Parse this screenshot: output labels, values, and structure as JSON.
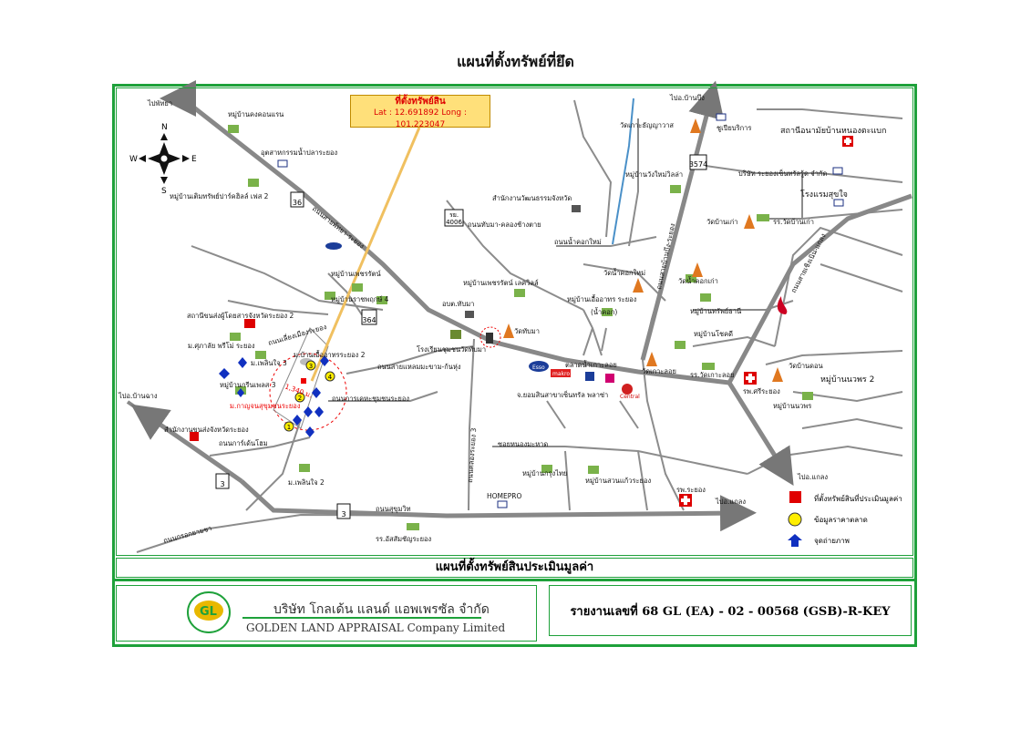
{
  "title": "แผนที่ตั้งทรัพย์ที่ยึด",
  "callout": {
    "heading": "ที่ตั้งทรัพย์สิน",
    "coords": "Lat : 12.691892  Long : 101.223047"
  },
  "compass": {
    "n": "N",
    "s": "S",
    "e": "E",
    "w": "W"
  },
  "routes": {
    "r36": "36",
    "r364": "364",
    "r3574": "3574",
    "r3a": "3",
    "r3b": "3",
    "r4006a": "รย.",
    "r4006b": "4006"
  },
  "labels": {
    "to_pattaya": "ไปพัทยา",
    "to_banbueng": "ไปอ.บ้านบึง",
    "to_banchang": "ไปอ.บ้านฉาง",
    "to_klaeng": "ไปอ.แกลง",
    "to_klaeng2": "ไปอ.แกลง",
    "v_kongkhon": "หมู่บ้านคงคอนแรน",
    "fish_industry": "อุตสาหกรรมน้ำปลาระยอง",
    "v_sermsap": "หมู่บ้านเติมทรัพย์ปาร์คฮิลล์ เฟส 2",
    "rd_sukhumvit_rayong": "ถนนสายพัทยา-ระยอง",
    "v_phetrat": "หมู่บ้านเพชรรัตน์",
    "v_ratchaphruek": "หมู่บ้านราชพฤกษ์ 4",
    "transport_office": "สถานีขนส่งผู้โดยสารจังหวัดระยอง 2",
    "rd_bypass": "ถนนเลี่ยงเมืองระยอง",
    "rd_saenmaha": "ถนนสายแหลมมะขาม-ก้นหุ่ง",
    "mahasarakham": "ม.ศุภาลัย พรีโม่ ระยอง",
    "m_phloen3": "ม.เพลินใจ 3",
    "m_muang": "ม.บ้านเอื้ออาทรระยอง 2",
    "v_phloen3": "หมู่บ้านกรีนเพลส 3",
    "distance": "1,340 ม.",
    "m_kanoksiri": "ม.กาญจนสุขุมชนระยอง",
    "rd_khao": "ถนนการเคหะชุมชนระยอง",
    "to_kaeng": "ไปอ.บ้านฉาง",
    "transport_rayong": "สำนักงานขนส่งจังหวัดระยอง",
    "rd_nuankrasin": "ถนนการ์เด้นโฮม",
    "m_phloen2": "ม.เพลินใจ 2",
    "rd_sukhumvit": "ถนนสุขุมวิท",
    "rd_krobkrao": "ถนนกรอกยายชา",
    "school_atsamchan": "รร.อัสสัมชัญระยอง",
    "office_cultural": "สำนักงานวัฒนธรรมจังหวัด",
    "rd_thapma_khlong": "ถนนทับมา-คลองช้างตาย",
    "rd_kaew": "ถนนน้ำคอกใหม่",
    "v_phetrat_lake": "หมู่บ้านเพชรรัตน์ เลควิลล์",
    "obt_thapma": "อบต.ทับมา",
    "school_thapma": "โรงเรียนชุมชนวัดทับมา",
    "wat_thapma": "วัดทับมา",
    "rd_rayong3": "ถนนคลองระยอง 3",
    "market_kaeng": "ตลาดน้ำเกาะลอย",
    "esso": "Esso",
    "makro": "makro",
    "central": "Central",
    "yaksa": "จ.ยอมสินสาขาเซ็นทรัล พลาซ่า",
    "rd_nongmahat": "ซอยหนองมะหาด",
    "v_krungthai": "หมู่บ้านกรุงไทย",
    "v_suan": "หมู่บ้านสวนแก้วระยอง",
    "homepro": "HOMEPRO",
    "hosp_rayong": "รพ.ระยอง",
    "wat_koh_thanyaram": "วัดเกาะธัญญาวาส",
    "wat_sathu": "ชูเปียบริการ",
    "v_wangmai": "หมู่บ้านวังใหม่วิลล่า",
    "health_station": "สถานีอนามัยบ้านหนองตะแบก",
    "company_sermsuk": "บริษัท ระยองเซ็นทรัลรู้ด จำกัด",
    "hotel": "โรงแรมสุขใจ",
    "wat_banla": "วัดบ้านเก่า",
    "school_banla": "รร.วัดบ้านเก่า",
    "wat_namkhok": "วัดน้ำคอกใหม่",
    "wat_namkhok_kao": "วัดน้ำคอกเก่า",
    "v_ueathon": "หมู่บ้านเอื้ออาทร ระยอง",
    "v_ueathon2": "(น้ำคอก)",
    "v_pathani": "หมู่บ้านทรัพย์ธานี",
    "v_chokdee": "หมู่บ้านโชคดี",
    "wat_koh": "วัดเกาะลอย",
    "school_koh": "รร.วัดเกาะลอย",
    "hosp_sri": "รพ.ศรีระยอง",
    "wat_banlom": "วัดบ้านดอน",
    "v_nawa2": "หมู่บ้านนวพร 2",
    "v_nawa": "หมู่บ้านนวพร",
    "rd_banbueng": "ถนนสายบ้านบึง-ระยอง",
    "rd_noen": "ถนนสายเชิงเนิน-แกลง"
  },
  "legend": {
    "subject": "ที่ตั้งทรัพย์สินที่ประเมินมูลค่า",
    "market": "ข้อมูลราคาตลาด",
    "photo": "จุดถ่ายภาพ"
  },
  "caption": "แผนที่ตั้งทรัพย์สินประเมินมูลค่า",
  "company": {
    "th": "บริษัท โกลเด้น แลนด์ แอพเพรซัล จำกัด",
    "en": "GOLDEN LAND APPRAISAL Company Limited",
    "logo": "GL"
  },
  "report": "รายงานเลขที่ 68 GL (EA) - 02 - 00568 (GSB)-R-KEY",
  "markers": {
    "m1": "1",
    "m2": "2",
    "m3": "3",
    "m4": "4"
  },
  "colors": {
    "frame": "#1ea13a",
    "road": "#8c8c8c",
    "arrow": "#777777",
    "subject": "#e00000",
    "market": "#ffee00",
    "photo": "#1030c0",
    "callout": "#ffe07a"
  }
}
